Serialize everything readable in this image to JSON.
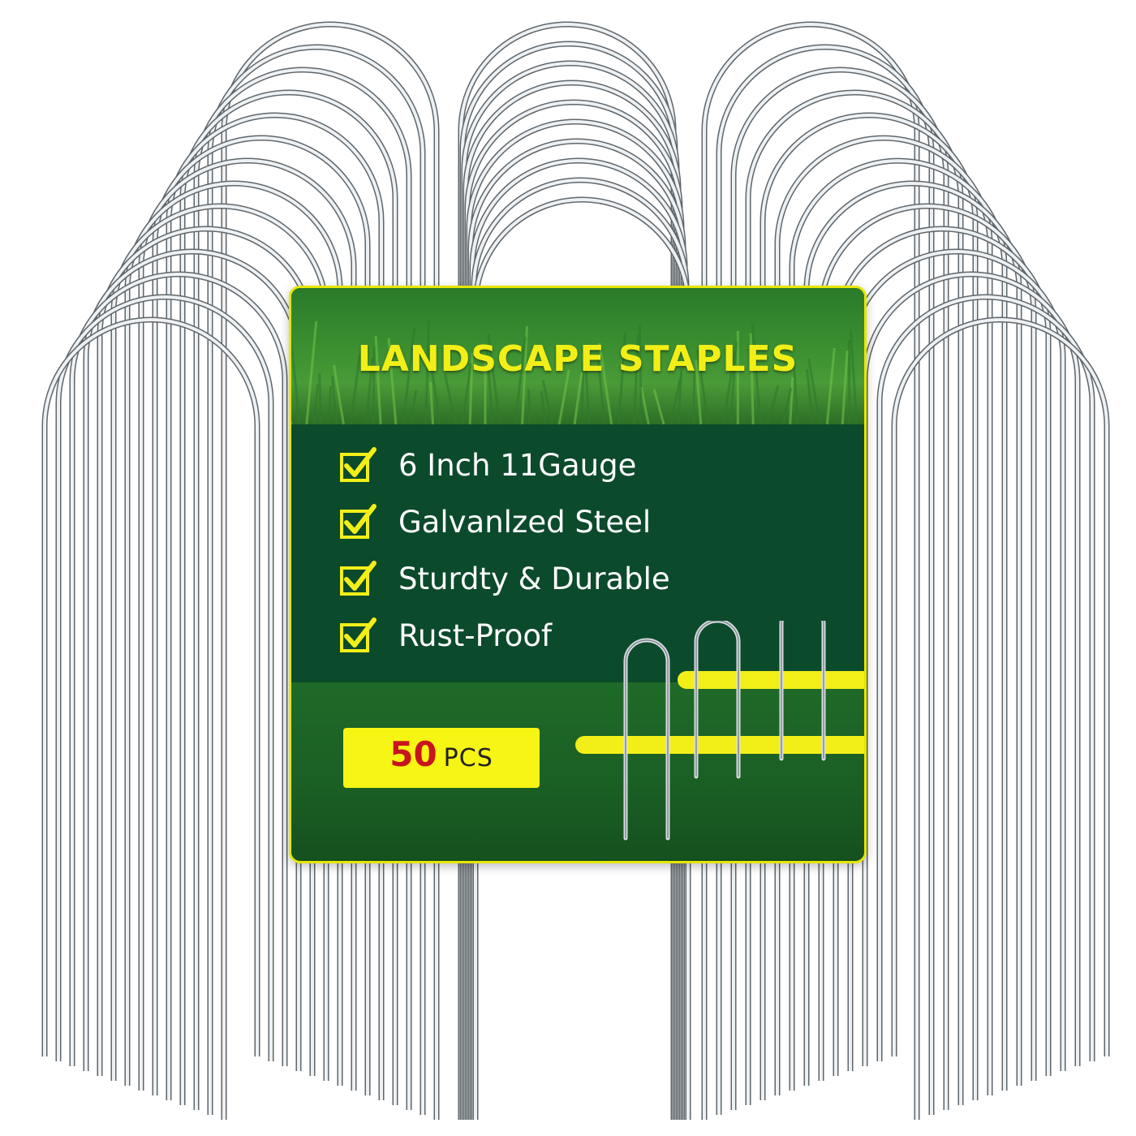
{
  "product": {
    "title": "LANDSCAPE STAPLES",
    "features": [
      {
        "label": "6 Inch 11Gauge",
        "icon": "checkbox-checked-icon"
      },
      {
        "label": "Galvanlzed Steel",
        "icon": "checkbox-checked-icon"
      },
      {
        "label": "Sturdty & Durable",
        "icon": "checkbox-checked-icon"
      },
      {
        "label": "Rust-Proof",
        "icon": "checkbox-checked-icon"
      }
    ],
    "quantity": {
      "count": "50",
      "unit": "PCS"
    }
  },
  "colors": {
    "accent_yellow": "#f2ef18",
    "panel_green": "#0c4a2c",
    "count_red": "#c8141e"
  }
}
